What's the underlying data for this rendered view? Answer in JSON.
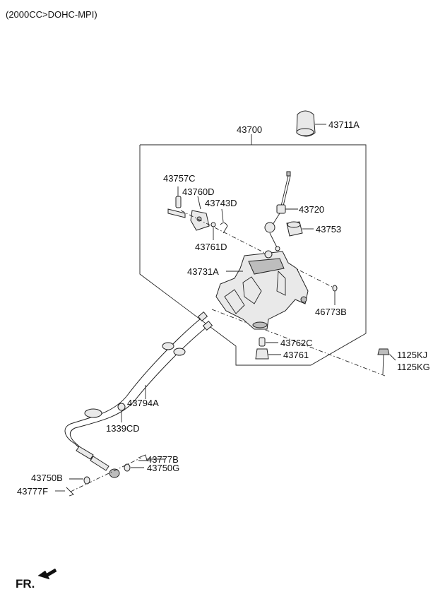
{
  "header": {
    "engine_spec": "(2000CC>DOHC-MPI)"
  },
  "footer": {
    "direction_label": "FR."
  },
  "parts": {
    "assembly": "43700",
    "knob": "43711A",
    "pin": "43757C",
    "bracket": "43760D",
    "clip": "43743D",
    "washer": "43761D",
    "lever": "43720",
    "bushing": "43753",
    "housing": "43731A",
    "grommet": "46773B",
    "spacer": "43762C",
    "bush": "43761",
    "bolt_1": "1125KJ",
    "bolt_2": "1125KG",
    "cable": "43794A",
    "nut": "1339CD",
    "snap_pin": "43777B",
    "washer_1": "43750G",
    "washer_2": "43750B",
    "snap_pin_2": "43777F"
  }
}
